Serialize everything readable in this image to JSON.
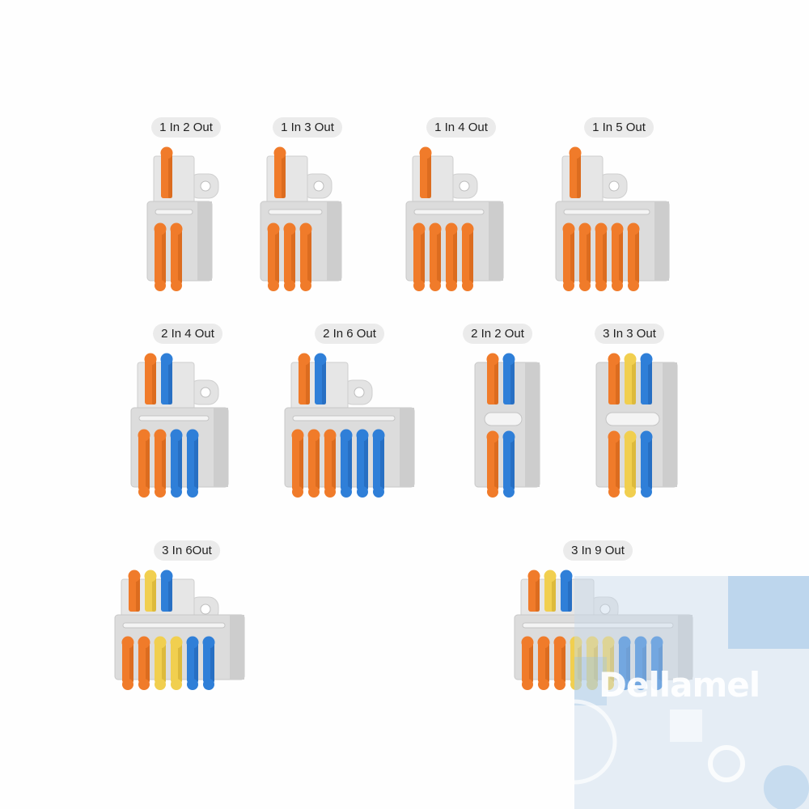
{
  "colors": {
    "orange": "#f07b2a",
    "yellow": "#f1cf4f",
    "blue": "#2f7fd8",
    "housing": "#dcdcdc"
  },
  "connectors": [
    {
      "label": "1 In 2 Out",
      "inputs": [
        "orange"
      ],
      "outputs": [
        "orange",
        "orange"
      ]
    },
    {
      "label": "1 In 3 Out",
      "inputs": [
        "orange"
      ],
      "outputs": [
        "orange",
        "orange",
        "orange"
      ]
    },
    {
      "label": "1 In 4 Out",
      "inputs": [
        "orange"
      ],
      "outputs": [
        "orange",
        "orange",
        "orange",
        "orange"
      ]
    },
    {
      "label": "1 In 5 Out",
      "inputs": [
        "orange"
      ],
      "outputs": [
        "orange",
        "orange",
        "orange",
        "orange",
        "orange"
      ]
    },
    {
      "label": "2 In 4 Out",
      "inputs": [
        "orange",
        "blue"
      ],
      "outputs": [
        "orange",
        "orange",
        "blue",
        "blue"
      ]
    },
    {
      "label": "2 In 6 Out",
      "inputs": [
        "orange",
        "blue"
      ],
      "outputs": [
        "orange",
        "orange",
        "orange",
        "blue",
        "blue",
        "blue"
      ]
    },
    {
      "label": "2 In 2 Out",
      "inputs": [
        "orange",
        "blue"
      ],
      "outputs": [
        "orange",
        "blue"
      ]
    },
    {
      "label": "3 In 3 Out",
      "inputs": [
        "orange",
        "yellow",
        "blue"
      ],
      "outputs": [
        "orange",
        "yellow",
        "blue"
      ]
    },
    {
      "label": "3 In 6Out",
      "inputs": [
        "orange",
        "yellow",
        "blue"
      ],
      "outputs": [
        "orange",
        "orange",
        "yellow",
        "yellow",
        "blue",
        "blue"
      ]
    },
    {
      "label": "3 In 9 Out",
      "inputs": [
        "orange",
        "yellow",
        "blue"
      ],
      "outputs": [
        "orange",
        "orange",
        "orange",
        "yellow",
        "yellow",
        "yellow",
        "blue",
        "blue",
        "blue"
      ]
    }
  ],
  "watermark": {
    "text": "Dellamel"
  }
}
